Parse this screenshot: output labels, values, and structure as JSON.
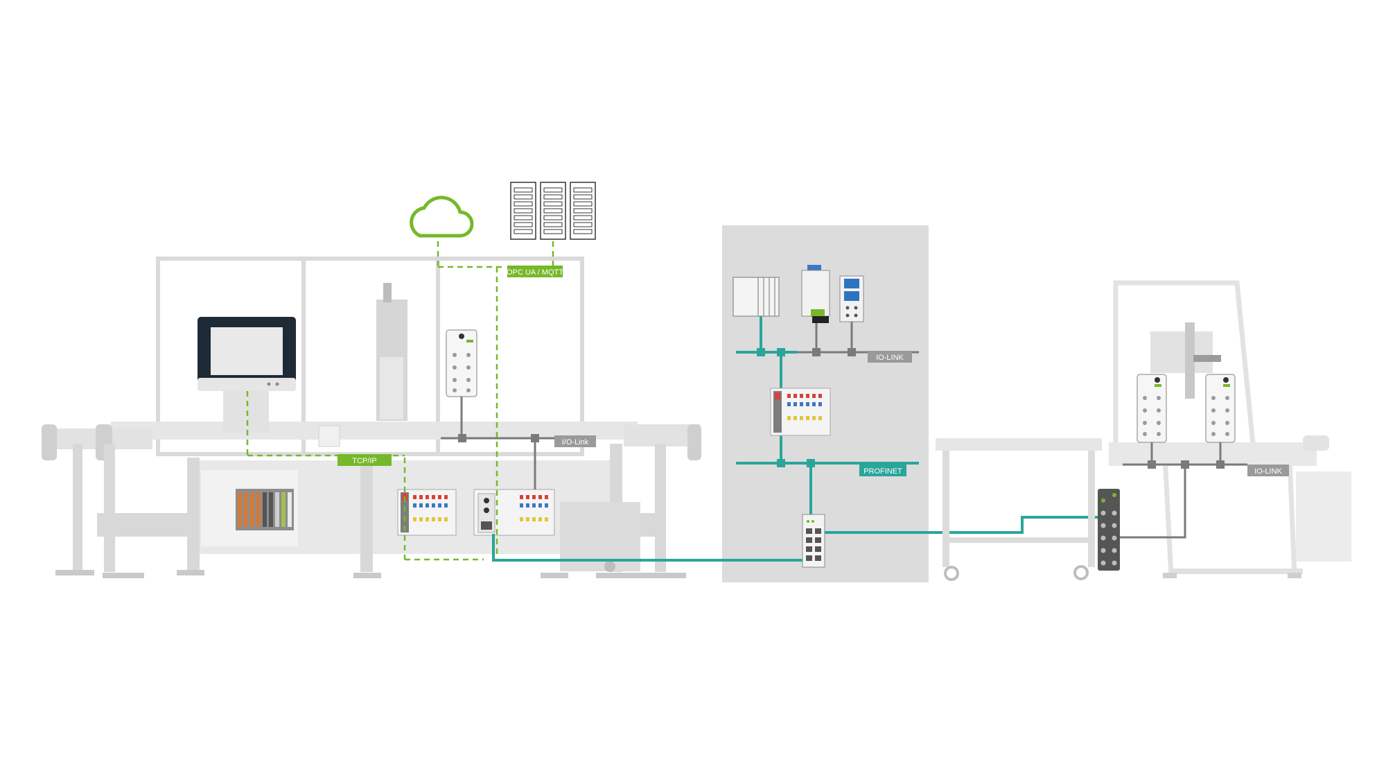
{
  "labels": {
    "opc": "OPC UA / MQTT",
    "tcpip": "TCP/IP",
    "iolink_left": "I/O-Link",
    "iolink_cabinet": "IO-LINK",
    "profinet": "PROFINET",
    "iolink_right": "IO-LINK"
  },
  "colors": {
    "green": "#76b82a",
    "teal": "#2aa59a",
    "machine_light": "#e4e4e4",
    "machine_mid": "#cfcfcf",
    "machine_line": "#c2c2c2",
    "cabinet_bg": "#dcdcdc",
    "label_gray": "#9a9a9a",
    "dark_device": "#555555"
  },
  "icons": [
    "cloud-icon",
    "server-icon",
    "touch-panel-icon",
    "switch-icon",
    "io-link-master-icon",
    "controller-icon",
    "power-supply-icon"
  ]
}
